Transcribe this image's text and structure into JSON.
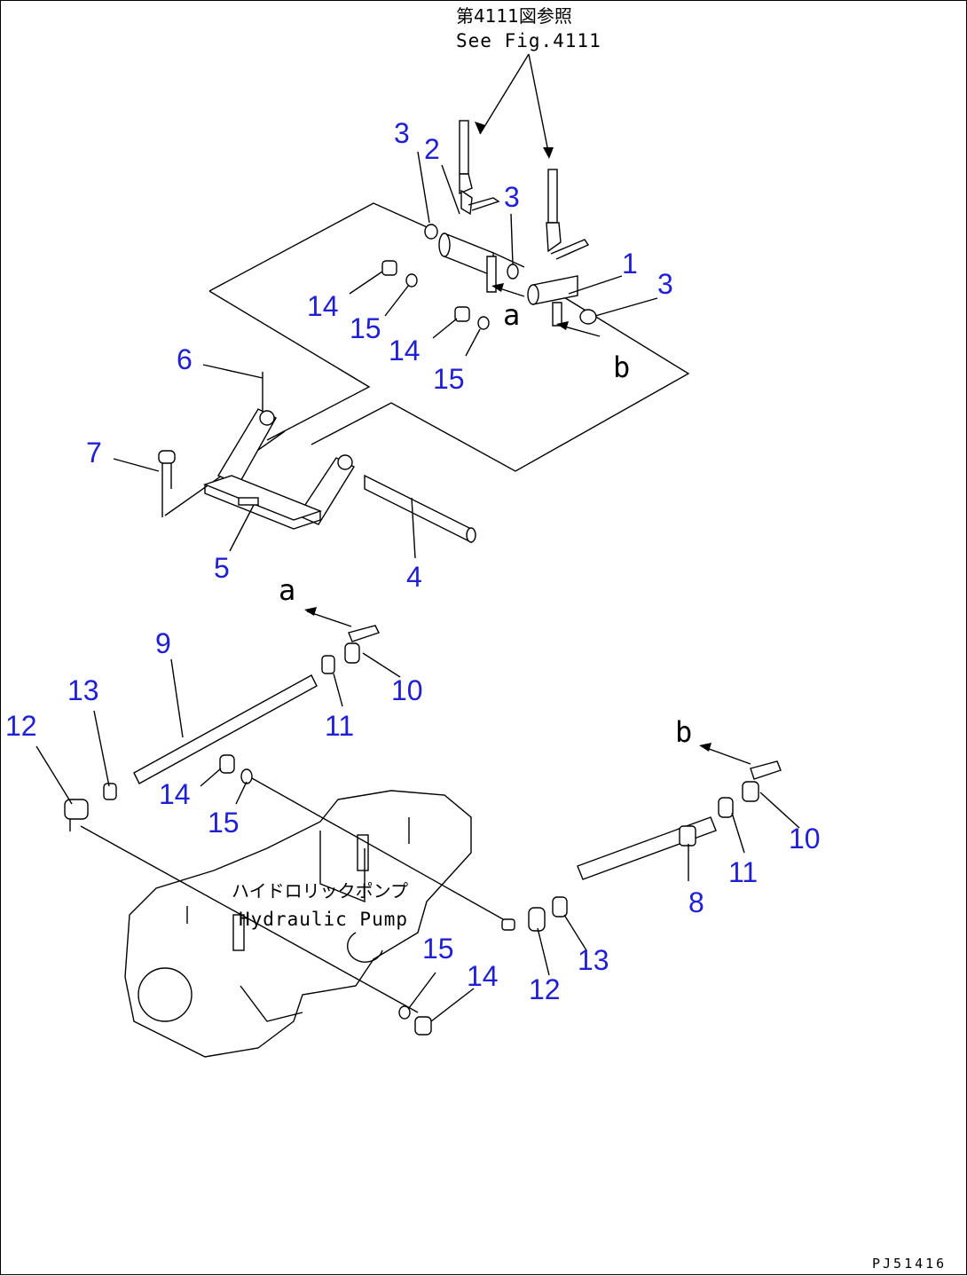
{
  "reference": {
    "jp": "第4111図参照",
    "en": "See Fig.4111"
  },
  "pump_label": {
    "jp": "ハイドロリックポンプ",
    "en": "Hydraulic Pump"
  },
  "view_letters": {
    "a": "a",
    "b": "b"
  },
  "figure_code": "PJ51416",
  "callouts": {
    "c3_a": "3",
    "c2": "2",
    "c3_b": "3",
    "c1": "1",
    "c3_c": "3",
    "c14_a": "14",
    "c15_a": "15",
    "c14_b": "14",
    "c15_b": "15",
    "c6": "6",
    "c7": "7",
    "c5": "5",
    "c4": "4",
    "c9": "9",
    "c13_a": "13",
    "c12_a": "12",
    "c11_a": "11",
    "c10_a": "10",
    "c14_c": "14",
    "c15_c": "15",
    "c10_b": "10",
    "c11_b": "11",
    "c8": "8",
    "c13_b": "13",
    "c12_b": "12",
    "c15_d": "15",
    "c14_d": "14"
  }
}
